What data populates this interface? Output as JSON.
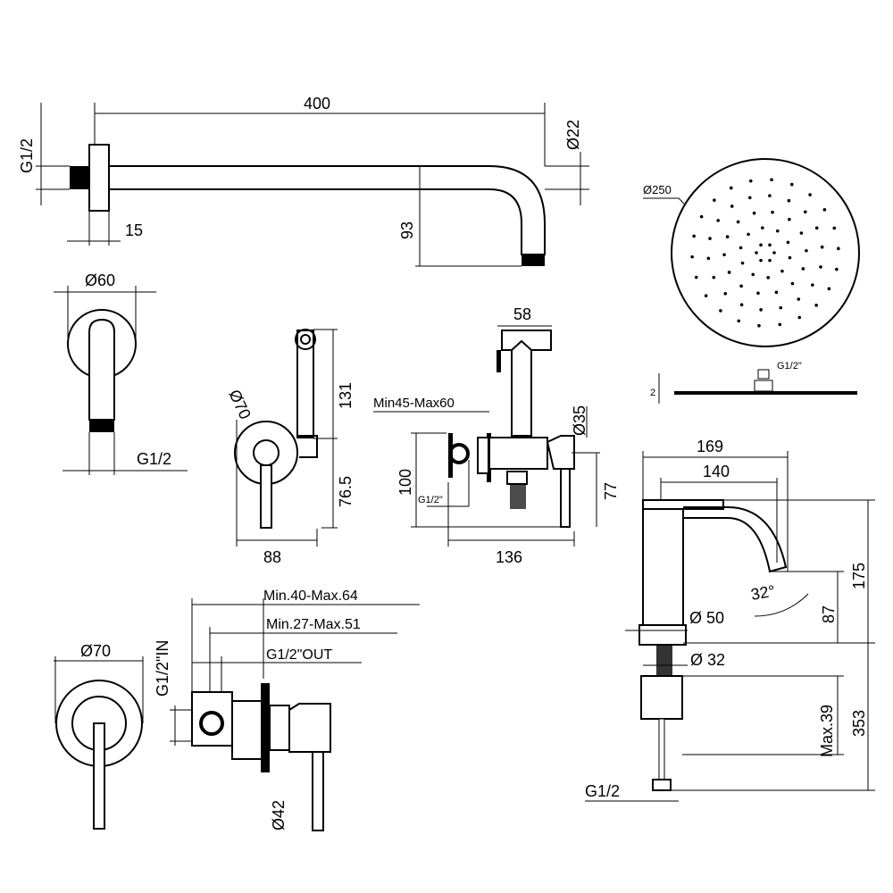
{
  "shower_arm": {
    "length": "400",
    "diameter": "Ø22",
    "thread": "G1/2",
    "flange_depth": "15",
    "drop": "93"
  },
  "arm_flange": {
    "diameter": "Ø60",
    "thread": "G1/2"
  },
  "shower_head": {
    "diameter": "Ø250",
    "thread": "G1/2\"",
    "thickness": "2"
  },
  "hand_shower_side": {
    "diameter": "Ø70",
    "height": "131",
    "lower_height": "76.5",
    "depth": "88"
  },
  "bidet_valve": {
    "head_width": "58",
    "wall_range": "Min45-Max60",
    "diameter": "Ø35",
    "height": "100",
    "thread": "G1/2\"",
    "lower_height": "77",
    "depth": "136"
  },
  "basin_mixer": {
    "total_reach": "169",
    "spout_reach": "140",
    "height": "175",
    "angle": "32°",
    "spout_height": "87",
    "base_diameter": "Ø 50",
    "shank_diameter": "Ø 32",
    "max_deck": "Max.39",
    "hose_length": "353",
    "thread": "G1/2"
  },
  "concealed_mixer": {
    "plate_diameter": "Ø70",
    "inlet": "G1/2\"IN",
    "range_outer": "Min.40-Max.64",
    "range_inner": "Min.27-Max.51",
    "outlet": "G1/2\"OUT",
    "body_diameter": "Ø42"
  }
}
